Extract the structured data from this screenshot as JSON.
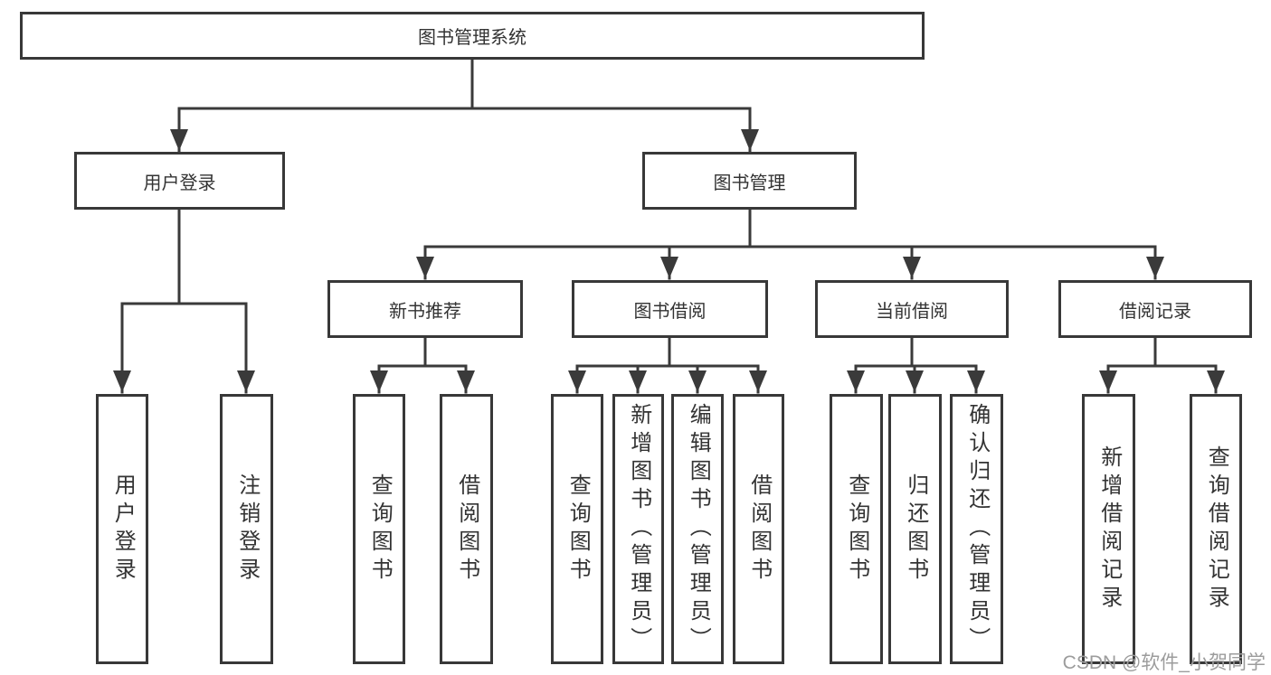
{
  "diagram": {
    "title": "图书管理系统",
    "root": {
      "label": "图书管理系统"
    },
    "level2": [
      {
        "label": "用户登录"
      },
      {
        "label": "图书管理"
      }
    ],
    "level3": [
      {
        "label": "新书推荐"
      },
      {
        "label": "图书借阅"
      },
      {
        "label": "当前借阅"
      },
      {
        "label": "借阅记录"
      }
    ],
    "leaves": [
      {
        "label": "用户登录"
      },
      {
        "label": "注销登录"
      },
      {
        "label": "查询图书"
      },
      {
        "label": "借阅图书"
      },
      {
        "label": "查询图书"
      },
      {
        "label": "新增图书（管理员）"
      },
      {
        "label": "编辑图书（管理员）"
      },
      {
        "label": "借阅图书"
      },
      {
        "label": "查询图书"
      },
      {
        "label": "归还图书"
      },
      {
        "label": "确认归还（管理员）"
      },
      {
        "label": "新增借阅记录"
      },
      {
        "label": "查询借阅记录"
      }
    ]
  },
  "watermark": {
    "text": "CSDN @软件_小贺同学"
  },
  "colors": {
    "line": "#3a3a3a",
    "box_border": "#383838",
    "box_fill": "#ffffff",
    "text": "#333333",
    "watermark": "#9c9c9c",
    "background": "#ffffff"
  }
}
